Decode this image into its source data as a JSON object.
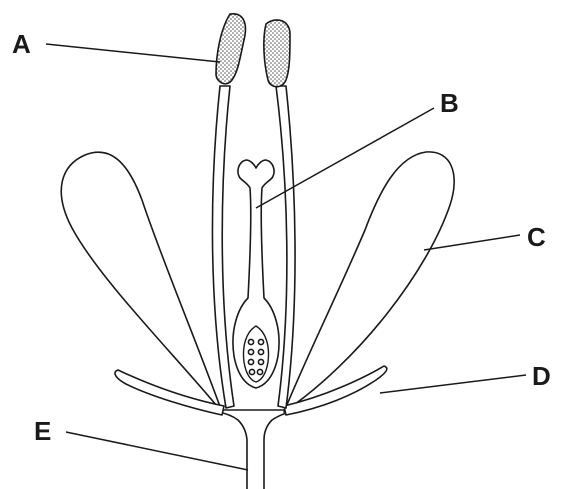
{
  "diagram": {
    "labels": {
      "a": "A",
      "b": "B",
      "c": "C",
      "d": "D",
      "e": "E"
    },
    "colors": {
      "line": "#1a1a1a",
      "background": "#ffffff",
      "pollen_texture": "#555555"
    }
  }
}
